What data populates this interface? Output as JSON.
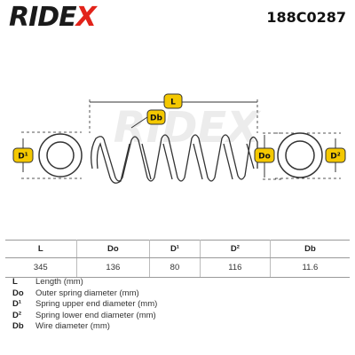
{
  "brand": {
    "logo_main": "RIDE",
    "logo_x": "X"
  },
  "part_number": "188C0287",
  "diagram": {
    "labels": {
      "length": "L",
      "wire": "Db",
      "outer": "Do",
      "upper": "D¹",
      "lower": "D²"
    },
    "watermark": "RIDEX",
    "colors": {
      "badge": "#f4c800",
      "accent": "#e2231a"
    }
  },
  "table": {
    "headers": [
      "L",
      "Do",
      "D¹",
      "D²",
      "Db"
    ],
    "values": [
      "345",
      "136",
      "80",
      "116",
      "11.6"
    ]
  },
  "legend": [
    {
      "key": "L",
      "desc": "Length (mm)"
    },
    {
      "key": "Do",
      "desc": "Outer spring diameter (mm)"
    },
    {
      "key": "D¹",
      "desc": "Spring upper end diameter (mm)"
    },
    {
      "key": "D²",
      "desc": "Spring lower end diameter (mm)"
    },
    {
      "key": "Db",
      "desc": "Wire diameter (mm)"
    }
  ]
}
